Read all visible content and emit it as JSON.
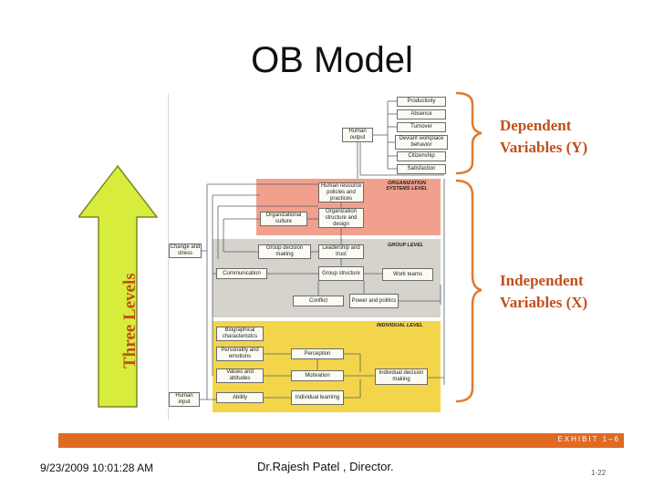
{
  "title": "OB Model",
  "side_labels": {
    "dependent_line1": "Dependent",
    "dependent_line2": "Variables (Y)",
    "independent_line1": "Independent",
    "independent_line2": "Variables (X)",
    "three_levels": "Three Levels"
  },
  "diagram": {
    "outputs": [
      "Productivity",
      "Absence",
      "Turnover",
      "Deviant workplace behavior",
      "Citizenship",
      "Satisfaction"
    ],
    "human_output": "Human output",
    "org_level_title": "ORGANIZATION SYSTEMS LEVEL",
    "hr_policies": "Human resource policies and practices",
    "org_culture": "Organizational culture",
    "org_structure": "Organization structure and design",
    "group_level_title": "GROUP LEVEL",
    "change_stress": "Change and stress",
    "group_decision": "Group decision making",
    "leadership": "Leadership and trust",
    "communication": "Communication",
    "group_structure": "Group structure",
    "work_teams": "Work teams",
    "conflict": "Conflict",
    "power": "Power and politics",
    "individual_level_title": "INDIVIDUAL LEVEL",
    "biographical": "Biographical characteristics",
    "personality": "Personality and emotions",
    "perception": "Perception",
    "values": "Values and attitudes",
    "motivation": "Motivation",
    "individual_decision": "Individual decision making",
    "ability": "Ability",
    "individual_learning": "Individual learning",
    "human_input": "Human input"
  },
  "footer": {
    "exhibit": "EXHIBIT 1–6",
    "date": "9/23/2009 10:01:28 AM",
    "credit": "Dr.Rajesh Patel , Director.",
    "page": "1-22"
  },
  "colors": {
    "accent": "#c0501a",
    "arrow_fill": "#d8ec3c",
    "org_level": "#f0a08c",
    "group_level": "#d6d2cc",
    "individual_level": "#f2d54a",
    "footer_bar": "#e06a22"
  }
}
